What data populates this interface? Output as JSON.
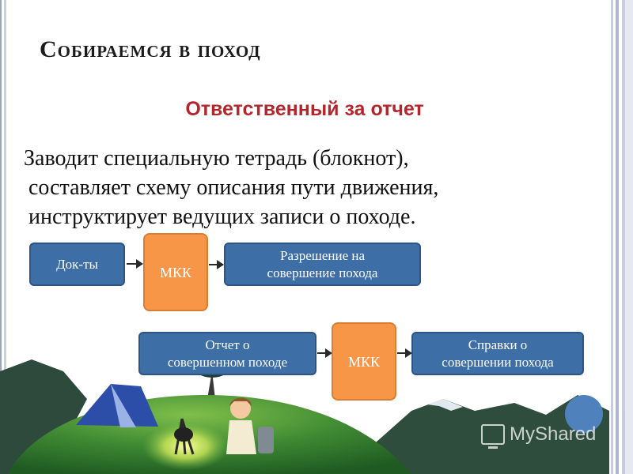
{
  "slide": {
    "title": "Собираемся в поход",
    "subtitle": "Ответственный за отчет",
    "body_lines": [
      "Заводит специальную тетрадь (блокнот),",
      "составляет схему описания пути движения,",
      "инструктирует ведущих записи о походе."
    ]
  },
  "flow1": {
    "docs": "Док-ты",
    "mkk": "МКК",
    "permit_line1": "Разрешение на",
    "permit_line2": "совершение похода"
  },
  "flow2": {
    "report_line1": "Отчет о",
    "report_line2": "совершенном походе",
    "mkk": "МКК",
    "cert_line1": "Справки о",
    "cert_line2": "совершении похода"
  },
  "watermark": {
    "text": "MyShared",
    "icon": "screen-icon"
  },
  "colors": {
    "title": "#1c1c1c",
    "subtitle": "#b3262c",
    "blue_box": "#3d6ea5",
    "orange_box": "#f79646",
    "hill": "#3a7a2e",
    "circle": "#4f81bd"
  }
}
